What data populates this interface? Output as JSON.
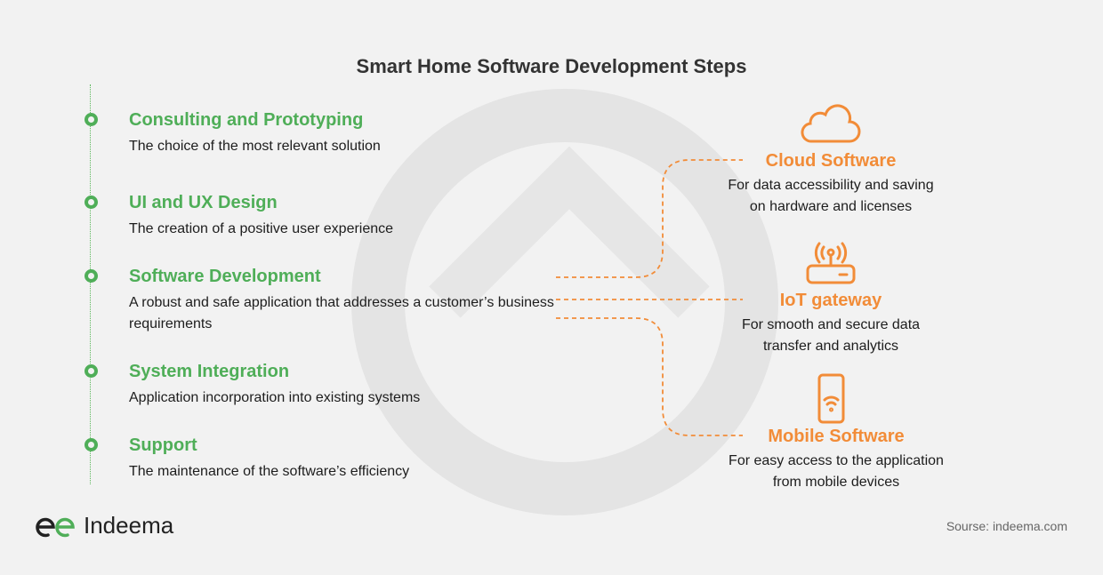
{
  "title": "Smart Home Software Development Steps",
  "steps": [
    {
      "title": "Consulting and Prototyping",
      "desc": "The choice of the most relevant solution"
    },
    {
      "title": "UI and UX Design",
      "desc": "The creation of a positive user experience"
    },
    {
      "title": "Software Development",
      "desc": "A robust and safe application that addresses a customer’s business requirements"
    },
    {
      "title": "System Integration",
      "desc": "Application incorporation into existing systems"
    },
    {
      "title": "Support",
      "desc": "The maintenance of the software’s efficiency"
    }
  ],
  "outputs": [
    {
      "title": "Cloud Software",
      "line1": "For data accessibility and saving",
      "line2": "on hardware and licenses",
      "icon": "cloud-icon"
    },
    {
      "title": "IoT gateway",
      "line1": "For smooth and secure data",
      "line2": "transfer and analytics",
      "icon": "router-icon"
    },
    {
      "title": "Mobile Software",
      "line1": "For easy access to the application",
      "line2": "from mobile devices",
      "icon": "smartphone-icon"
    }
  ],
  "logo": "Indeema",
  "source": "Sourse: indeema.com",
  "colors": {
    "green": "#4fae58",
    "orange": "#f28c38"
  }
}
